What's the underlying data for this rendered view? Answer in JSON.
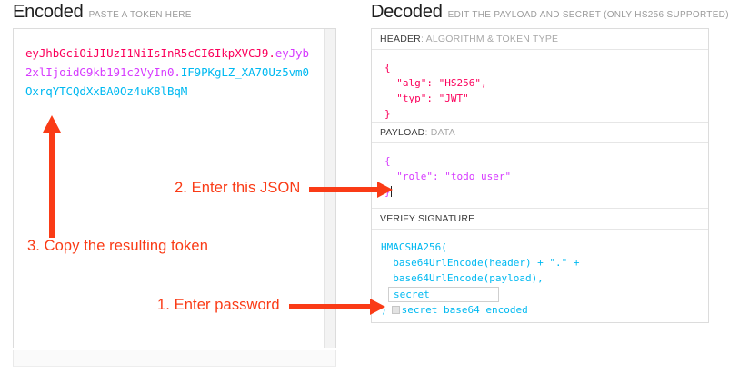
{
  "encoded": {
    "title": "Encoded",
    "subtitle": "PASTE A TOKEN HERE",
    "token": {
      "header": "eyJhbGciOiJIUzI1NiIsInR5cCI6IkpXVCJ9",
      "payload": "eyJyb2xlIjoidG9kb191c2VyIn0",
      "signature": "IF9PKgLZ_XA70Uz5vm0OxrqYTCQdXxBA0Oz4uK8lBqM",
      "separator": "."
    }
  },
  "decoded": {
    "title": "Decoded",
    "subtitle": "EDIT THE PAYLOAD AND SECRET (ONLY HS256 SUPPORTED)",
    "sections": [
      {
        "label_strong": "HEADER",
        "label_dim": ": ALGORITHM & TOKEN TYPE",
        "body": "{\n  \"alg\": \"HS256\",\n  \"typ\": \"JWT\"\n}"
      },
      {
        "label_strong": "PAYLOAD",
        "label_dim": ": DATA",
        "body": "{\n  \"role\": \"todo_user\"\n}"
      },
      {
        "label_strong": "VERIFY SIGNATURE",
        "label_dim": "",
        "line1": "HMACSHA256(",
        "line2": "  base64UrlEncode(header) + \".\" +",
        "line3": "  base64UrlEncode(payload),",
        "close_paren": ")",
        "secret_value": "secret",
        "base64_label": "secret base64 encoded"
      }
    ]
  },
  "annotations": [
    {
      "id": "1",
      "text": "1. Enter password"
    },
    {
      "id": "2",
      "text": "2. Enter this JSON"
    },
    {
      "id": "3",
      "text": "3. Copy the resulting token"
    }
  ],
  "colors": {
    "header_segment": "#fb015b",
    "payload_segment": "#d63aff",
    "signature_segment": "#00b9f1",
    "annotation": "#fa3b16"
  }
}
